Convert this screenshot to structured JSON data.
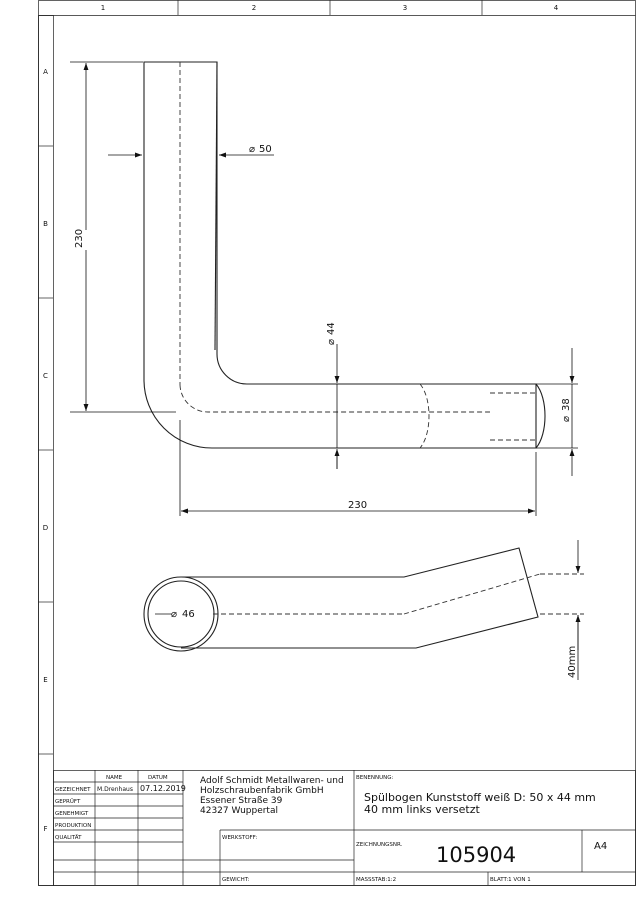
{
  "frame": {
    "columns": [
      "1",
      "2",
      "3",
      "4"
    ],
    "rows": [
      "A",
      "B",
      "C",
      "D",
      "E",
      "F"
    ]
  },
  "dimensions": {
    "diam_50": "50",
    "height_230": "230",
    "diam_44": "44",
    "diam_38": "38",
    "length_230": "230",
    "diam_46": "46",
    "offset_40mm": "40mm"
  },
  "title_block": {
    "col_name": "NAME",
    "col_date": "DATUM",
    "row_drawn": "GEZEICHNET",
    "row_checked": "GEPRÜFT",
    "row_approved": "GENEHMIGT",
    "row_production": "PRODUKTION",
    "row_quality": "QUALITÄT",
    "drawn_by": "M.Drenhaus",
    "drawn_date": "07.12.2019",
    "company_line1": "Adolf Schmidt Metallwaren- und",
    "company_line2": "Holzschraubenfabrik GmbH",
    "company_line3": "Essener Straße 39",
    "company_line4": "42327 Wuppertal",
    "label_title": "BENENNUNG:",
    "title_line1": "Spülbogen Kunststoff weiß D: 50 x 44 mm",
    "title_line2": "40 mm links versetzt",
    "label_material": "WERKSTOFF:",
    "label_drawing_no": "ZEICHNUNGSNR.",
    "drawing_no": "105904",
    "sheet_size": "A4",
    "label_weight": "GEWICHT:",
    "scale": "MASSSTAB:1:2",
    "sheet": "BLATT:1 VON 1"
  }
}
